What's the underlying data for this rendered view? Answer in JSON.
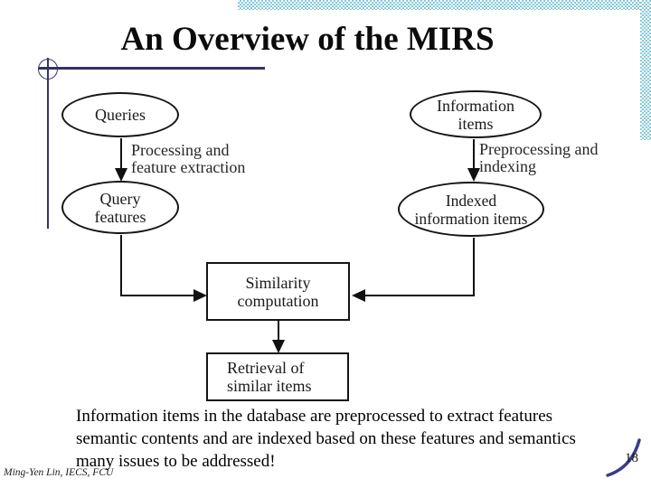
{
  "slide": {
    "title": "An Overview of the MIRS",
    "page_number": "18",
    "footer": "Ming-Yen Lin, IECS, FCU",
    "body_lines": [
      "Information items in the database are preprocessed to extract features",
      "semantic contents and are indexed based on these features and semantics",
      "many issues to be addressed!"
    ]
  },
  "diagram": {
    "nodes": {
      "queries": {
        "shape": "ellipse",
        "lines": [
          "Queries"
        ]
      },
      "information_items": {
        "shape": "ellipse",
        "lines": [
          "Information",
          "items"
        ]
      },
      "query_features": {
        "shape": "ellipse",
        "lines": [
          "Query",
          "features"
        ]
      },
      "indexed_information_items": {
        "shape": "ellipse",
        "lines": [
          "Indexed",
          "information items"
        ]
      },
      "similarity_computation": {
        "shape": "rect",
        "lines": [
          "Similarity",
          "computation"
        ]
      },
      "retrieval_of_similar_items": {
        "shape": "rect",
        "lines": [
          "Retrieval of",
          "similar items"
        ]
      }
    },
    "edge_labels": {
      "processing": {
        "lines": [
          "Processing and",
          "feature extraction"
        ]
      },
      "preprocessing": {
        "lines": [
          "Preprocessing and",
          "indexing"
        ]
      }
    }
  },
  "colors": {
    "accent_navy": "#333366",
    "band_blue": "#85cadd",
    "ink": "#1a1a1a",
    "swoosh_blue": "#3a3a8c"
  }
}
